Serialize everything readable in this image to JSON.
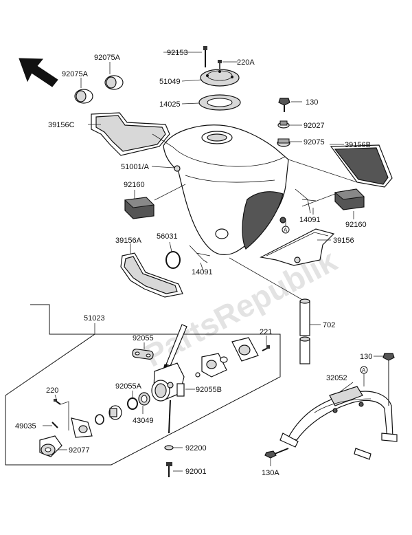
{
  "watermark": "PartsRepublik",
  "reference_marker": "A",
  "labels": {
    "p92075A_1": "92075A",
    "p92075A_2": "92075A",
    "p92153": "92153",
    "p220A": "220A",
    "p51049": "51049",
    "p14025": "14025",
    "p130_top": "130",
    "p92027": "92027",
    "p39156C": "39156C",
    "p92075": "92075",
    "p39156B": "39156B",
    "p51001A": "51001/A",
    "p92160_left": "92160",
    "p14091_right": "14091",
    "p92160_right": "92160",
    "p39156A": "39156A",
    "p56031": "56031",
    "p39156": "39156",
    "p14091_left": "14091",
    "p51023": "51023",
    "p92055": "92055",
    "p221": "221",
    "p702": "702",
    "p130_mid": "130",
    "p32052": "32052",
    "p92055A": "92055A",
    "p92055B": "92055B",
    "p220": "220",
    "p43049": "43049",
    "p49035": "49035",
    "p92077": "92077",
    "p92200": "92200",
    "p92001": "92001",
    "p130A": "130A"
  }
}
